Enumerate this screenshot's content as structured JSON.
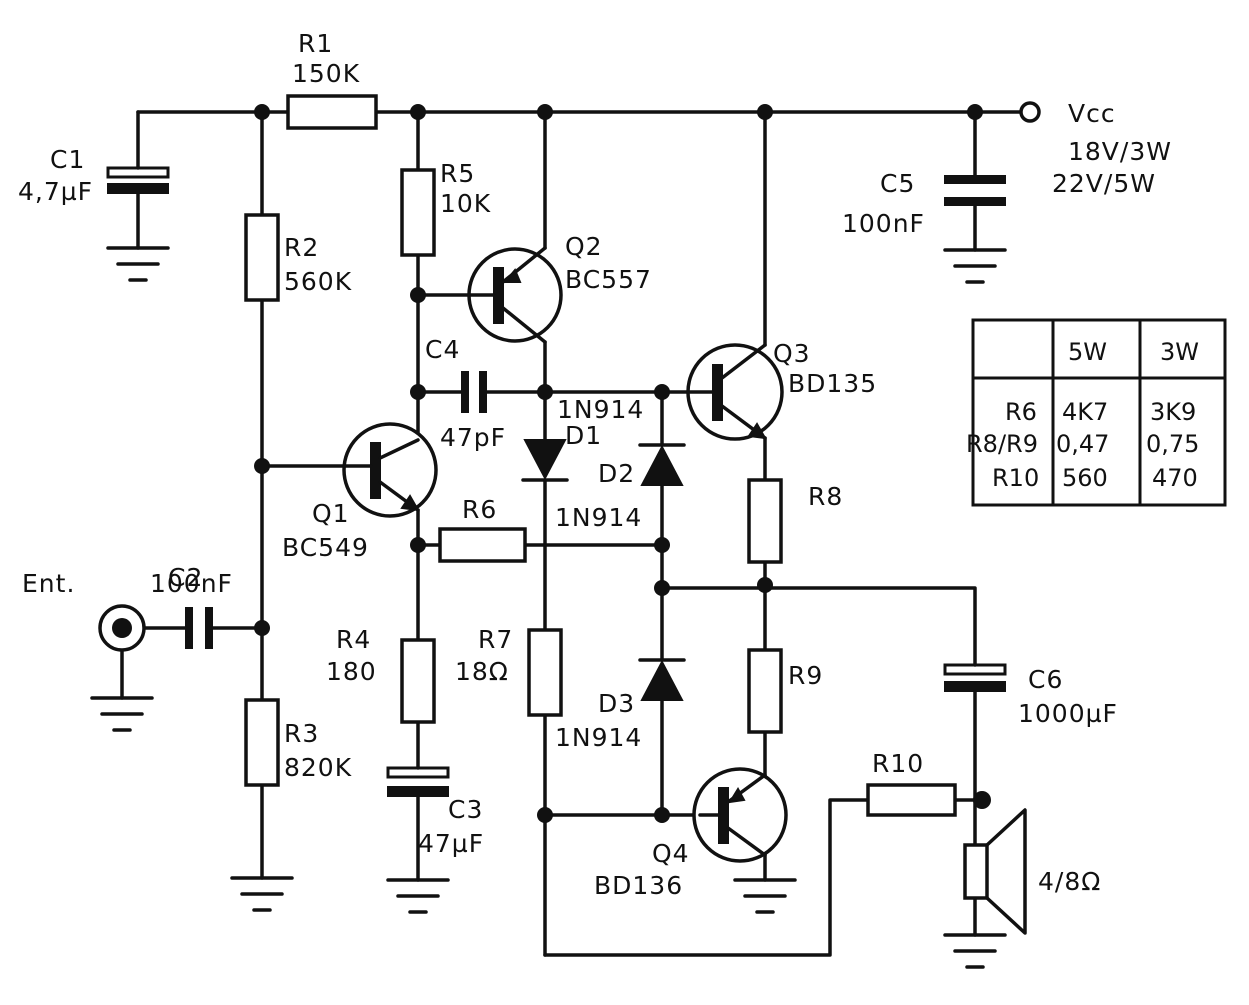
{
  "components": {
    "r1": {
      "ref": "R1",
      "value": "150K"
    },
    "r2": {
      "ref": "R2",
      "value": "560K"
    },
    "r3": {
      "ref": "R3",
      "value": "820K"
    },
    "r4": {
      "ref": "R4",
      "value": "180"
    },
    "r5": {
      "ref": "R5",
      "value": "10K"
    },
    "r6": {
      "ref": "R6"
    },
    "r7": {
      "ref": "R7",
      "value": "18Ω"
    },
    "r8": {
      "ref": "R8"
    },
    "r9": {
      "ref": "R9"
    },
    "r10": {
      "ref": "R10"
    },
    "c1": {
      "ref": "C1",
      "value": "4,7µF"
    },
    "c2": {
      "ref": "C2",
      "value": "100nF"
    },
    "c3": {
      "ref": "C3",
      "value": "47µF"
    },
    "c4": {
      "ref": "C4",
      "value": "47pF"
    },
    "c5": {
      "ref": "C5",
      "value": "100nF"
    },
    "c6": {
      "ref": "C6",
      "value": "1000µF"
    },
    "q1": {
      "ref": "Q1",
      "value": "BC549"
    },
    "q2": {
      "ref": "Q2",
      "value": "BC557"
    },
    "q3": {
      "ref": "Q3",
      "value": "BD135"
    },
    "q4": {
      "ref": "Q4",
      "value": "BD136"
    },
    "d1": {
      "ref": "D1",
      "value": "1N914",
      "value_top": "1N914"
    },
    "d2": {
      "ref": "D2"
    },
    "d3": {
      "ref": "D3",
      "value": "1N914"
    },
    "d2_value": "1N914",
    "speaker": {
      "value": "4/8Ω"
    }
  },
  "supply": {
    "label": "Vcc",
    "line1": "18V/3W",
    "line2": "22V/5W"
  },
  "input": {
    "label": "Ent."
  },
  "table": {
    "headers": [
      "",
      "5W",
      "3W"
    ],
    "rows": [
      [
        "R6",
        "4K7",
        "3K9"
      ],
      [
        "R8/R9",
        "0,47",
        "0,75"
      ],
      [
        "R10",
        "560",
        "470"
      ]
    ]
  }
}
